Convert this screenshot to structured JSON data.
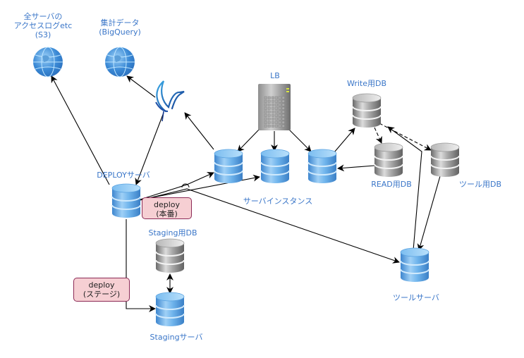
{
  "diagram": {
    "title": "Deploy architecture",
    "colors": {
      "label": "#3a76c8",
      "server_db": "#5aa2e0",
      "db": "#8a8a8a",
      "note_fill": "#f6cfd3",
      "note_border": "#8c2a56",
      "edge": "#000000"
    },
    "nodes": [
      {
        "id": "s3",
        "icon": "globe-icon",
        "label_lines": [
          "全サーバの",
          "アクセスログetc",
          "(S3)"
        ]
      },
      {
        "id": "bigquery",
        "icon": "globe-icon",
        "label_lines": [
          "集計データ",
          "(BigQuery)"
        ]
      },
      {
        "id": "fluentd",
        "icon": "bird-icon",
        "label_lines": []
      },
      {
        "id": "lb",
        "icon": "server-tower-icon",
        "label_lines": [
          "LB"
        ]
      },
      {
        "id": "write_db",
        "icon": "gray-database-icon",
        "label_lines": [
          "Write用DB"
        ]
      },
      {
        "id": "read_db",
        "icon": "gray-database-icon",
        "label_lines": [
          "READ用DB"
        ]
      },
      {
        "id": "tool_db",
        "icon": "gray-database-icon",
        "label_lines": [
          "ツール用DB"
        ]
      },
      {
        "id": "app1",
        "icon": "blue-database-icon",
        "label_lines": []
      },
      {
        "id": "app2",
        "icon": "blue-database-icon",
        "label_lines": []
      },
      {
        "id": "app3",
        "icon": "blue-database-icon",
        "label_lines": []
      },
      {
        "id": "deploy_server",
        "icon": "blue-database-icon",
        "label_lines": [
          "DEPLOYサーバ"
        ]
      },
      {
        "id": "staging_db",
        "icon": "gray-database-icon",
        "label_lines": [
          "Staging用DB"
        ]
      },
      {
        "id": "staging_server",
        "icon": "blue-database-icon",
        "label_lines": [
          "Stagingサーバ"
        ]
      },
      {
        "id": "tool_server",
        "icon": "blue-database-icon",
        "label_lines": [
          "ツールサーバ"
        ]
      }
    ],
    "group_labels": {
      "server_instances": "サーバインスタンス"
    },
    "notes": [
      {
        "id": "deploy_prod",
        "lines": [
          "deploy",
          "(本番)"
        ]
      },
      {
        "id": "deploy_stage",
        "lines": [
          "deploy",
          "(ステージ)"
        ]
      }
    ],
    "edges": [
      {
        "from": "deploy_server",
        "to": "s3",
        "style": "solid"
      },
      {
        "from": "deploy_server",
        "to": "fluentd",
        "style": "solid",
        "reverse_arrow": true
      },
      {
        "from": "fluentd",
        "to": "bigquery",
        "style": "solid"
      },
      {
        "from": "app1",
        "to": "fluentd",
        "style": "solid"
      },
      {
        "from": "lb",
        "to": "app1",
        "style": "solid"
      },
      {
        "from": "lb",
        "to": "app2",
        "style": "solid"
      },
      {
        "from": "lb",
        "to": "app3",
        "style": "solid"
      },
      {
        "from": "app3",
        "to": "write_db",
        "style": "solid"
      },
      {
        "from": "read_db",
        "to": "app3",
        "style": "solid"
      },
      {
        "from": "write_db",
        "to": "read_db",
        "style": "dashed"
      },
      {
        "from": "write_db",
        "to": "tool_db",
        "style": "dashed"
      },
      {
        "from": "tool_server",
        "to": "write_db",
        "style": "solid"
      },
      {
        "from": "tool_db",
        "to": "tool_server",
        "style": "solid"
      },
      {
        "from": "deploy_server",
        "to": "app1",
        "style": "solid"
      },
      {
        "from": "deploy_server",
        "to": "app2",
        "style": "solid"
      },
      {
        "from": "deploy_server",
        "to": "tool_server",
        "style": "solid"
      },
      {
        "from": "deploy_server",
        "to": "staging_server",
        "style": "solid"
      },
      {
        "from": "staging_db",
        "to": "staging_server",
        "style": "solid",
        "bidirectional": true
      }
    ]
  }
}
